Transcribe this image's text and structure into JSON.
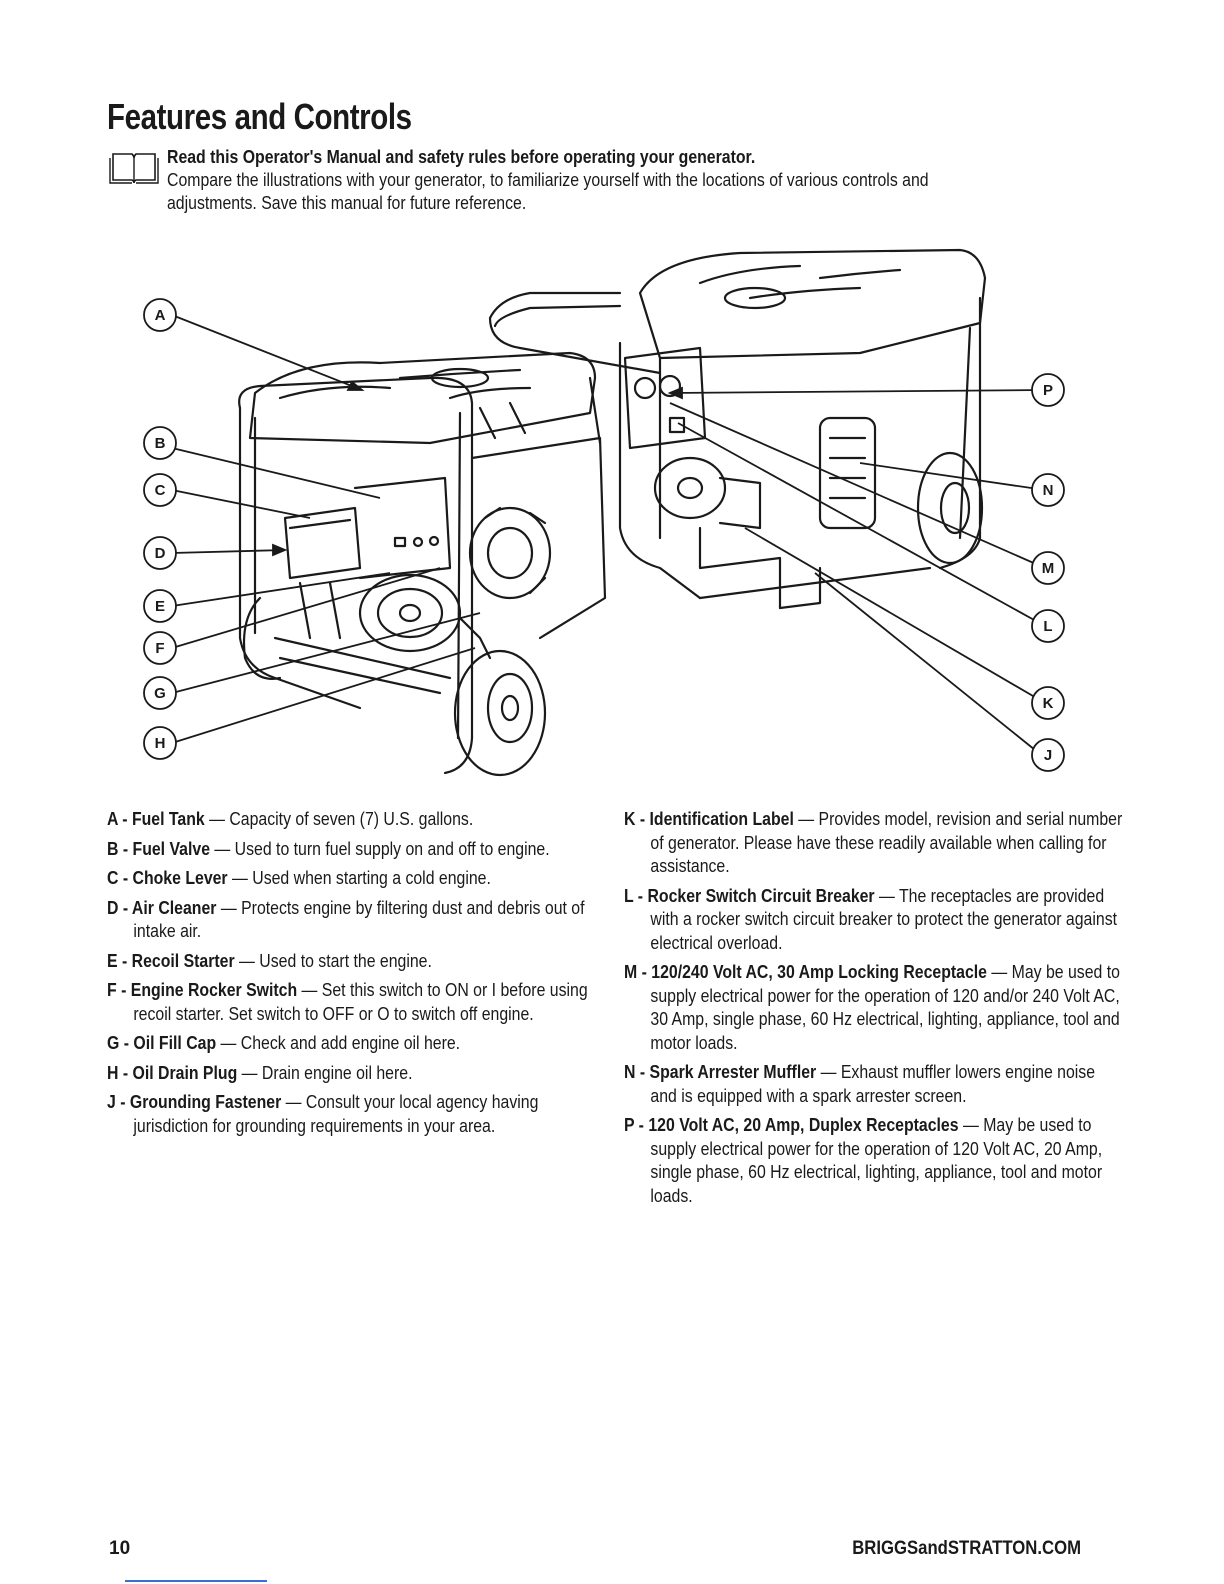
{
  "title": "Features and Controls",
  "intro": {
    "bold": "Read this Operator's Manual and safety rules before operating your generator.",
    "line1": "Compare the illustrations with your generator, to familiarize yourself with the locations of various controls and",
    "line2": "adjustments. Save this manual for future reference."
  },
  "callouts": [
    "A",
    "B",
    "C",
    "D",
    "E",
    "F",
    "G",
    "H",
    "P",
    "N",
    "M",
    "L",
    "K",
    "J"
  ],
  "left_items": [
    {
      "code": "A",
      "name": "Fuel Tank",
      "desc": "Capacity of seven (7) U.S. gallons."
    },
    {
      "code": "B",
      "name": "Fuel Valve",
      "desc": "Used to turn fuel supply on and off to engine."
    },
    {
      "code": "C",
      "name": "Choke Lever",
      "desc": "Used when starting a cold engine."
    },
    {
      "code": "D",
      "name": "Air Cleaner",
      "desc": "Protects engine by filtering dust and debris out of intake air."
    },
    {
      "code": "E",
      "name": "Recoil Starter",
      "desc": "Used to start the engine."
    },
    {
      "code": "F",
      "name": "Engine Rocker Switch",
      "desc": "Set this switch to ON or I before using recoil starter. Set switch to OFF or O to switch off engine."
    },
    {
      "code": "G",
      "name": "Oil Fill Cap",
      "desc": "Check and add engine oil here."
    },
    {
      "code": "H",
      "name": "Oil Drain Plug",
      "desc": "Drain engine oil here."
    },
    {
      "code": "J",
      "name": "Grounding Fastener",
      "desc": "Consult your local agency having jurisdiction for grounding requirements in your area."
    }
  ],
  "right_items": [
    {
      "code": "K",
      "name": "Identification Label",
      "desc": "Provides model, revision and serial number of generator. Please have these readily available when calling for assistance."
    },
    {
      "code": "L",
      "name": "Rocker Switch Circuit Breaker",
      "desc": "The receptacles are provided with a rocker switch circuit breaker to protect the generator against electrical overload."
    },
    {
      "code": "M",
      "name": "120/240 Volt AC, 30 Amp Locking Receptacle",
      "desc": "May be used to supply electrical power for the operation of 120 and/or 240 Volt AC, 30 Amp, single phase, 60 Hz electrical, lighting, appliance, tool and motor loads."
    },
    {
      "code": "N",
      "name": "Spark Arrester Muffler",
      "desc": "Exhaust muffler lowers engine noise and is equipped with a spark arrester screen."
    },
    {
      "code": "P",
      "name": "120 Volt AC, 20 Amp, Duplex Receptacles",
      "desc": "May be used to supply electrical power for the operation of 120 Volt AC, 20 Amp, single phase, 60 Hz electrical, lighting, appliance, tool and motor loads."
    }
  ],
  "footer": {
    "page": "10",
    "site": "BRIGGSandSTRATTON.COM"
  }
}
